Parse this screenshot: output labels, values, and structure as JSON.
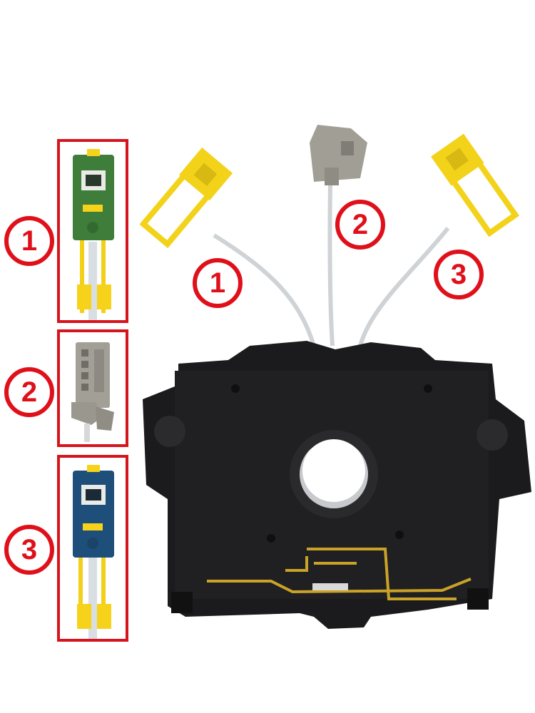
{
  "labels": {
    "left_1": "1",
    "left_2": "2",
    "left_3": "3",
    "connector_1": "1",
    "connector_2": "2",
    "connector_3": "3"
  },
  "colors": {
    "label_red": "#e0101a",
    "box_border": "#d6141d",
    "connector_yellow": "#f3d21a",
    "connector_green": "#3f7d3a",
    "connector_blue": "#1e4f7a",
    "connector_gray": "#9a9a8f",
    "body_black": "#1b1b1d",
    "copper_trace": "#c9a227"
  },
  "icons": {
    "clockspring": "clock-spring-unit",
    "connector_yellow": "yellow-connector",
    "connector_gray": "gray-connector",
    "connector_green": "green-connector",
    "connector_blue": "blue-connector"
  }
}
